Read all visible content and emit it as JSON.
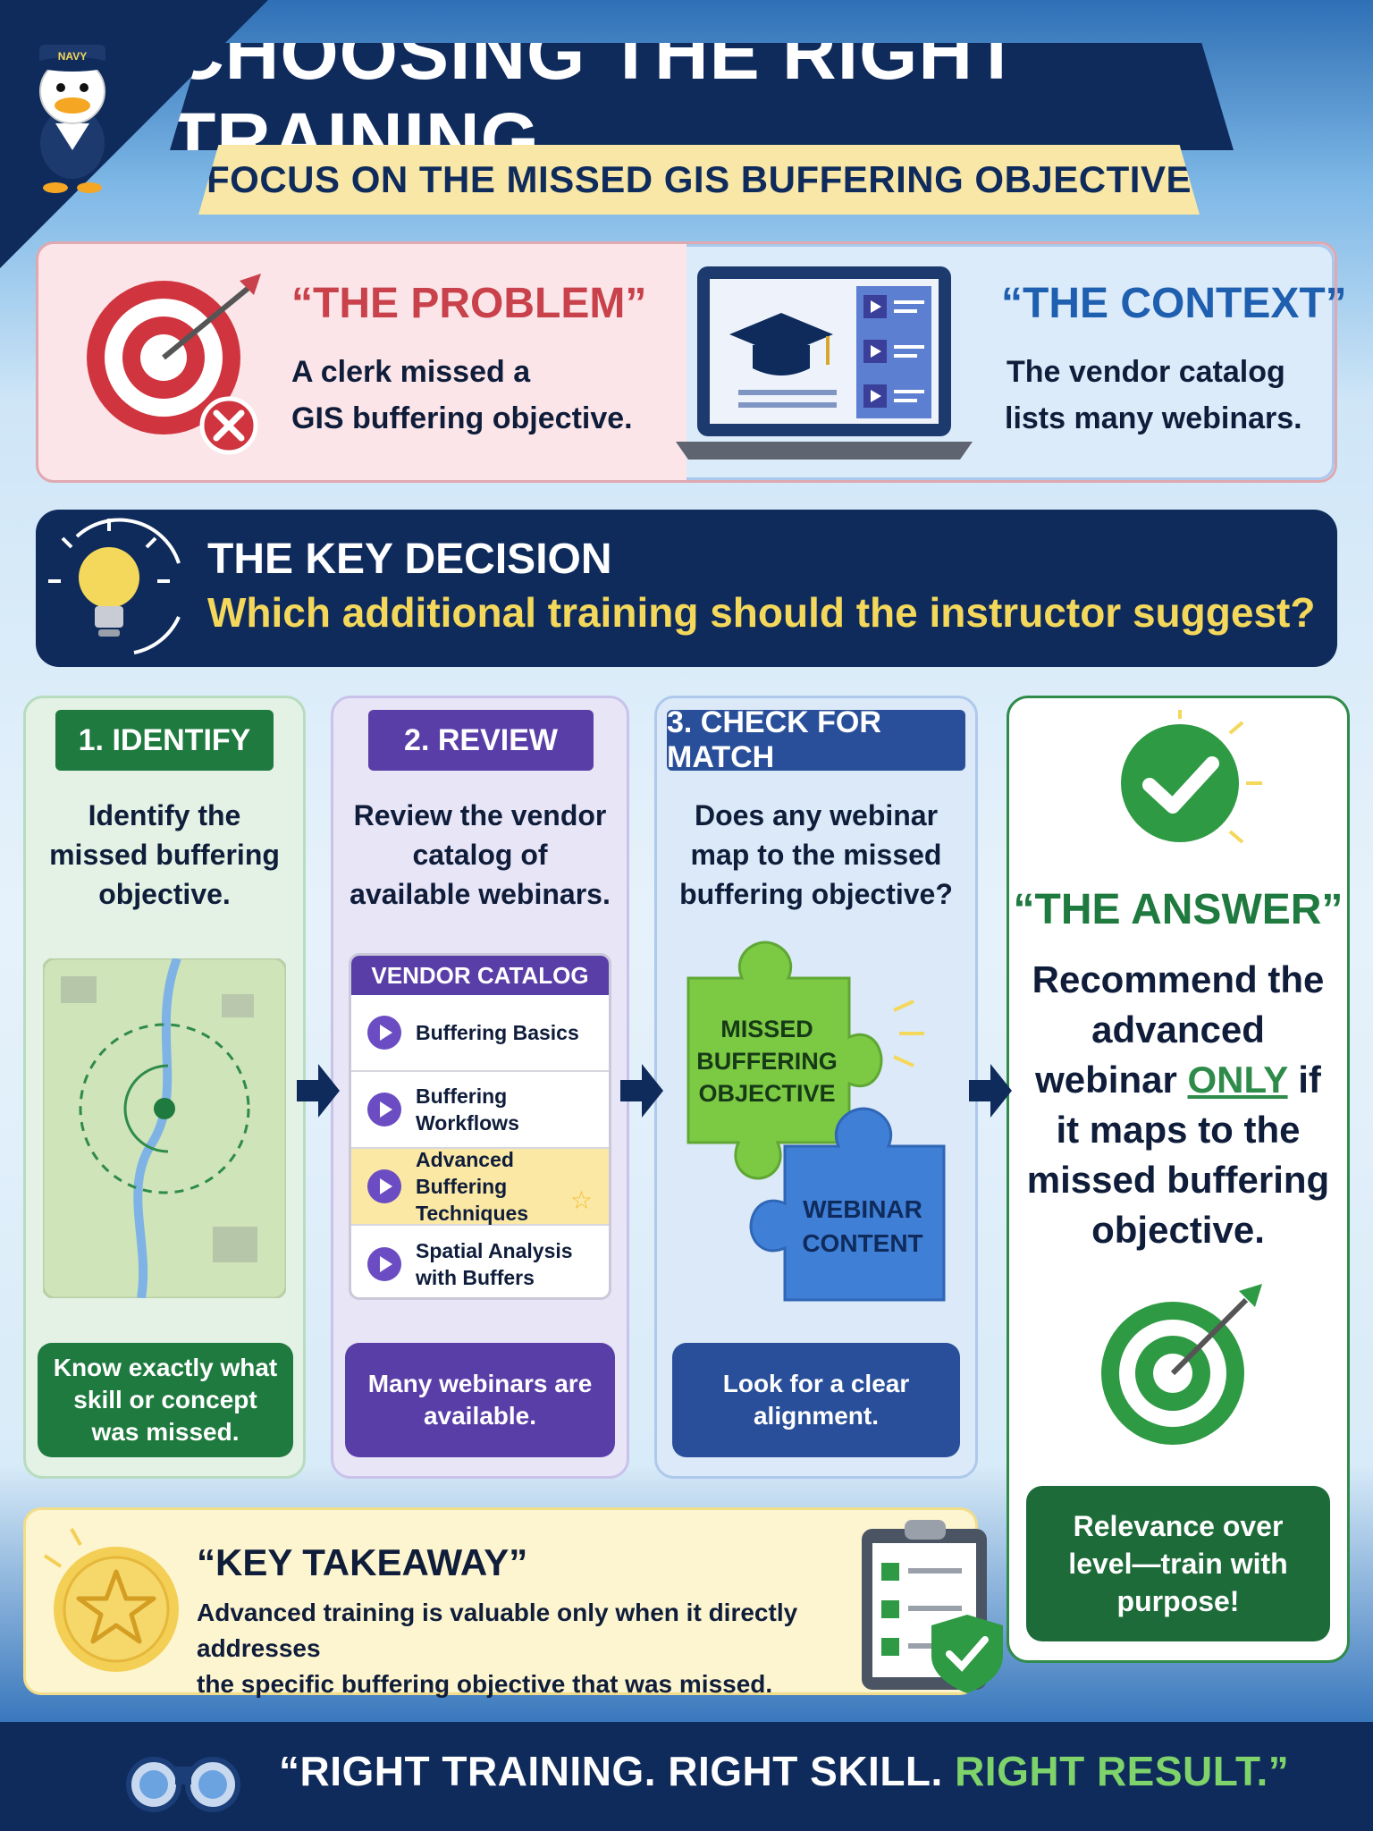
{
  "header": {
    "mascot_hat_text": "NAVY",
    "title": "CHOOSING THE RIGHT TRAINING",
    "subtitle": "FOCUS ON THE MISSED GIS BUFFERING OBJECTIVE"
  },
  "problem": {
    "title": "“THE PROBLEM”",
    "line1": "A clerk missed a",
    "line2": "GIS buffering objective."
  },
  "context": {
    "title": "“THE CONTEXT”",
    "line1": "The vendor catalog",
    "line2": "lists many webinars."
  },
  "key_decision": {
    "title": "THE KEY DECISION",
    "question": "Which additional training should the instructor suggest?"
  },
  "steps": [
    {
      "tag": "1. IDENTIFY",
      "desc": [
        "Identify the",
        "missed buffering",
        "objective."
      ],
      "footer": "Know exactly what skill or concept was missed."
    },
    {
      "tag": "2. REVIEW",
      "desc": [
        "Review the vendor",
        "catalog of",
        "available webinars."
      ],
      "footer": "Many webinars are available."
    },
    {
      "tag": "3. CHECK FOR MATCH",
      "desc": [
        "Does any webinar",
        "map to the missed",
        "buffering objective?"
      ],
      "footer": "Look for a clear alignment."
    }
  ],
  "catalog": {
    "header": "VENDOR CATALOG",
    "items": [
      {
        "line1": "Buffering Basics",
        "line2": ""
      },
      {
        "line1": "Buffering Workflows",
        "line2": ""
      },
      {
        "line1": "Advanced Buffering",
        "line2": "Techniques"
      },
      {
        "line1": "Spatial Analysis",
        "line2": "with Buffers"
      }
    ]
  },
  "puzzle": {
    "piece1": [
      "MISSED",
      "BUFFERING",
      "OBJECTIVE"
    ],
    "piece2": [
      "WEBINAR",
      "CONTENT"
    ]
  },
  "answer": {
    "title": "“THE ANSWER”",
    "text_before": "Recommend the advanced webinar ",
    "text_emph": "ONLY",
    "text_after": " if it maps to the missed buffering objective.",
    "footer": "Relevance over level—train with purpose!"
  },
  "takeaway": {
    "title": "“KEY TAKEAWAY”",
    "line1": "Advanced training is valuable only when it directly addresses",
    "line2": "the specific buffering objective that was missed."
  },
  "footer": {
    "part1": "“RIGHT TRAINING. RIGHT SKILL. ",
    "part2": "RIGHT RESULT.”"
  },
  "colors": {
    "navy": "#0f2b5c",
    "problem_red": "#c8414b",
    "context_blue": "#1f5fb0",
    "identify_green": "#1e7a3e",
    "review_purple": "#5a3ea8",
    "check_blue": "#2a4f9a",
    "accent_yellow": "#f4d85b"
  },
  "icons": [
    "mascot-duck-icon",
    "target-miss-icon",
    "laptop-graduation-icon",
    "lightbulb-icon",
    "map-buffer-icon",
    "puzzle-icon",
    "checkmark-icon",
    "target-hit-icon",
    "star-medal-icon",
    "clipboard-shield-icon",
    "binoculars-icon"
  ]
}
